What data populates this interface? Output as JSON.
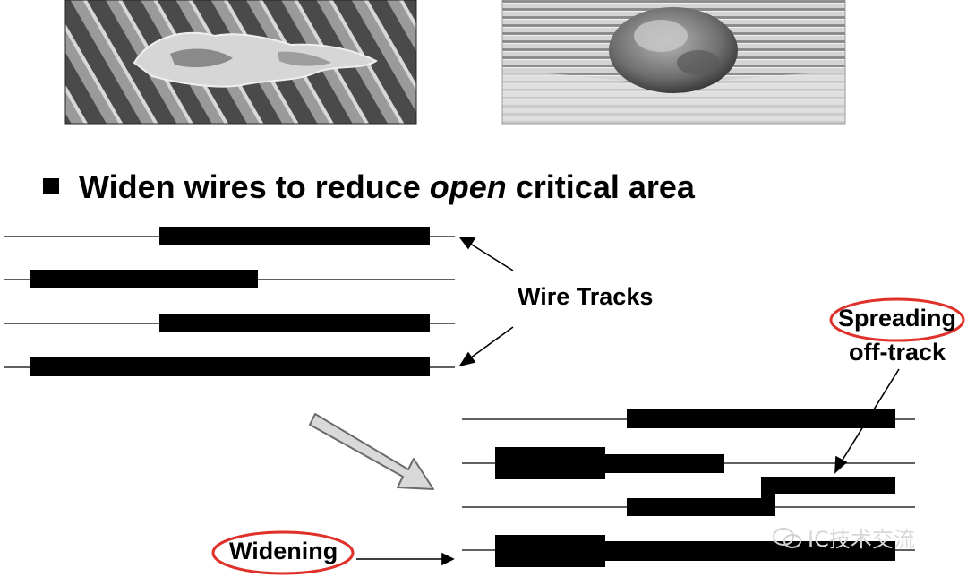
{
  "photos": [
    {
      "name": "sem-photo-left",
      "description_icon": "sem-micrograph-diagonal-lines"
    },
    {
      "name": "sem-photo-right",
      "description_icon": "sem-micrograph-horizontal-lines"
    }
  ],
  "title": {
    "prefix": "Widen wires to reduce ",
    "emphasis": "open",
    "suffix": " critical area"
  },
  "labels": {
    "wire_tracks": "Wire Tracks",
    "spreading_line1": "Spreading",
    "spreading_line2": "off-track",
    "widening": "Widening"
  },
  "watermark": "IC技术交流",
  "colors": {
    "ink": "#000000",
    "highlight_ring": "#e0302a",
    "arrow_fill": "#d9d9d9",
    "arrow_stroke": "#6b6b6b",
    "sem_dark": "#3a3a3a",
    "sem_light": "#c9c9c9"
  }
}
